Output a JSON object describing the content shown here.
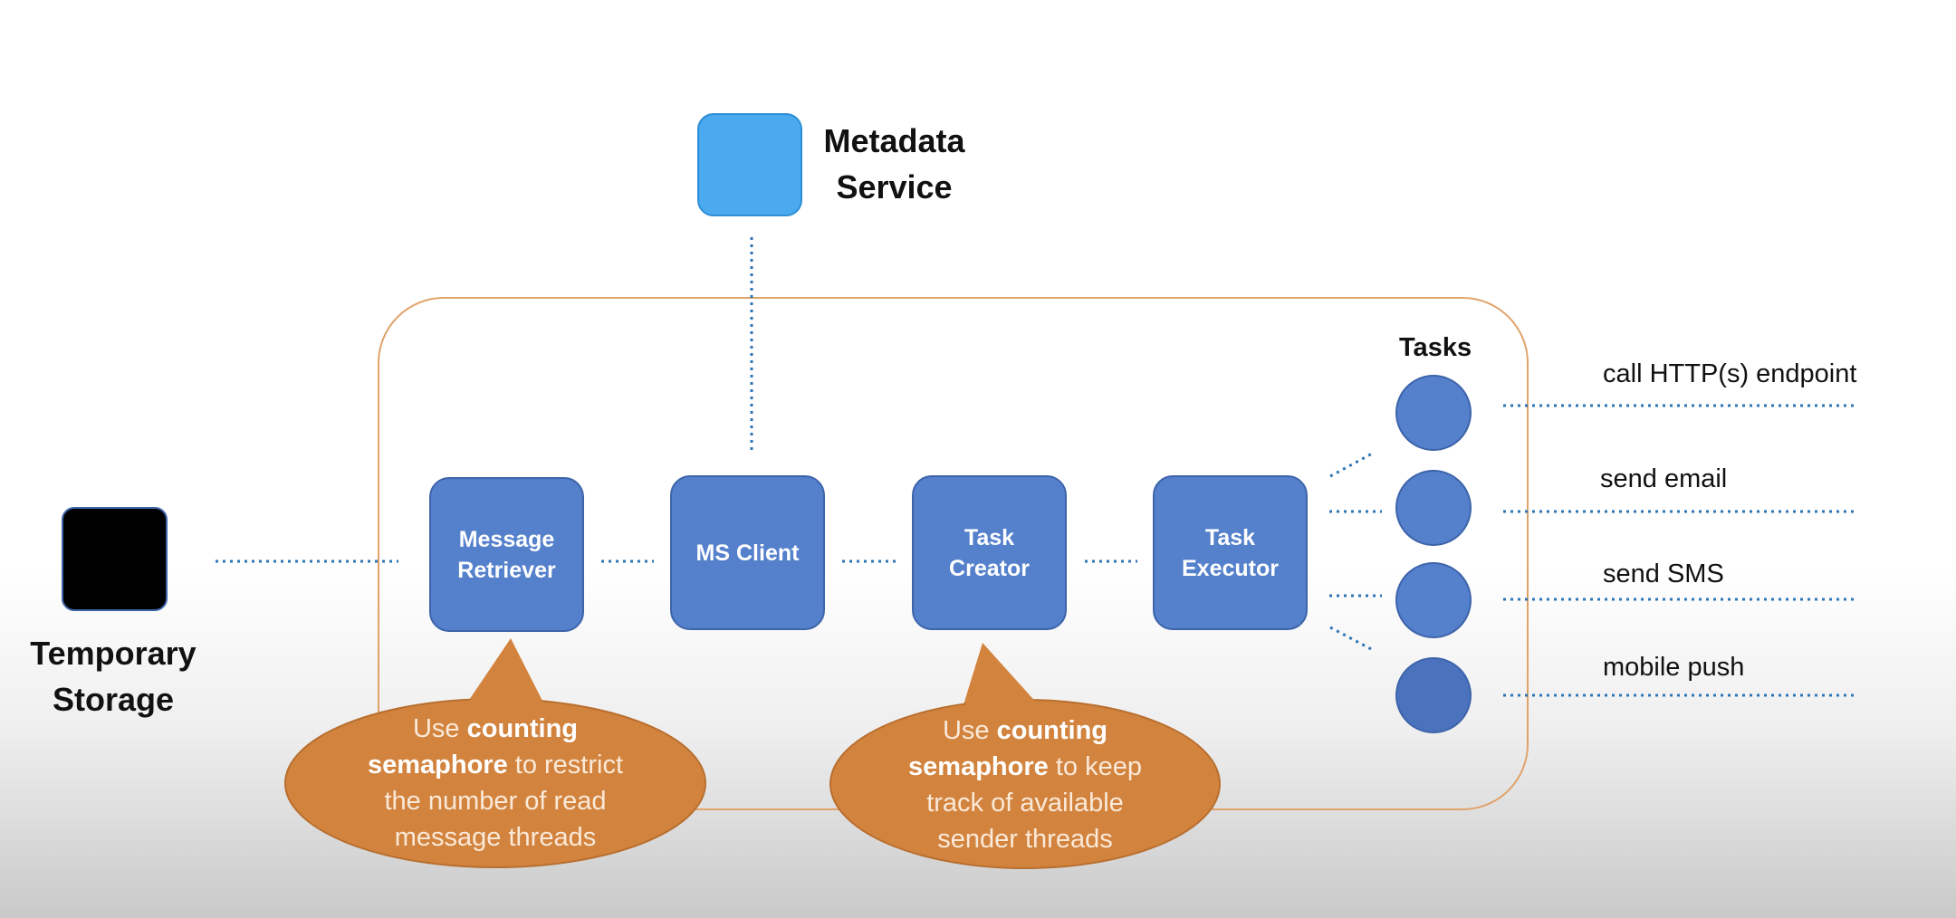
{
  "metadata_service": {
    "line1": "Metadata",
    "line2": "Service"
  },
  "temporary_storage": {
    "line1": "Temporary",
    "line2": "Storage"
  },
  "components": [
    {
      "line1": "Message",
      "line2": "Retriever"
    },
    {
      "line1": "MS Client",
      "line2": ""
    },
    {
      "line1": "Task",
      "line2": "Creator"
    },
    {
      "line1": "Task",
      "line2": "Executor"
    }
  ],
  "tasks": {
    "title": "Tasks",
    "items": [
      "call HTTP(s) endpoint",
      "send email",
      "send SMS",
      "mobile push"
    ]
  },
  "callouts": [
    {
      "pre": "Use ",
      "bold1": "counting",
      "bold2": "semaphore",
      "post1": " to restrict",
      "line3": "the number of read",
      "line4": "message threads"
    },
    {
      "pre": "Use ",
      "bold1": "counting",
      "bold2": "semaphore",
      "post1": " to keep",
      "line3": "track of available",
      "line4": "sender threads"
    }
  ],
  "colors": {
    "component_fill": "#5480cc",
    "metadata_fill": "#4aa9ef",
    "storage_fill": "#000000",
    "container_border": "#e0a36a",
    "callout_fill": "#d2843f",
    "connector": "#2e75b6"
  }
}
